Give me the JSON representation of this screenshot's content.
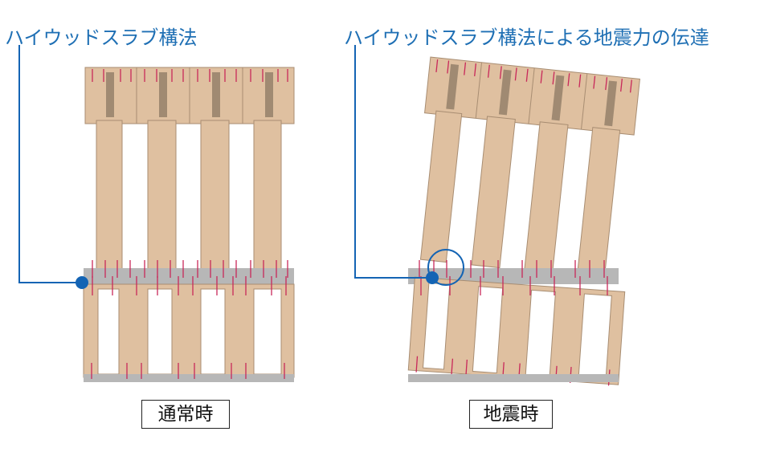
{
  "normal": {
    "label": "ハイウッドスラブ構法",
    "caption": "通常時"
  },
  "earthquake": {
    "label": "ハイウッドスラブ構法による地震力の伝達",
    "caption": "地震時"
  },
  "colors": {
    "accent": "#1464b4",
    "wood": "#dfc0a0",
    "slab": "#b7b7b7",
    "nail": "#c8285a"
  }
}
